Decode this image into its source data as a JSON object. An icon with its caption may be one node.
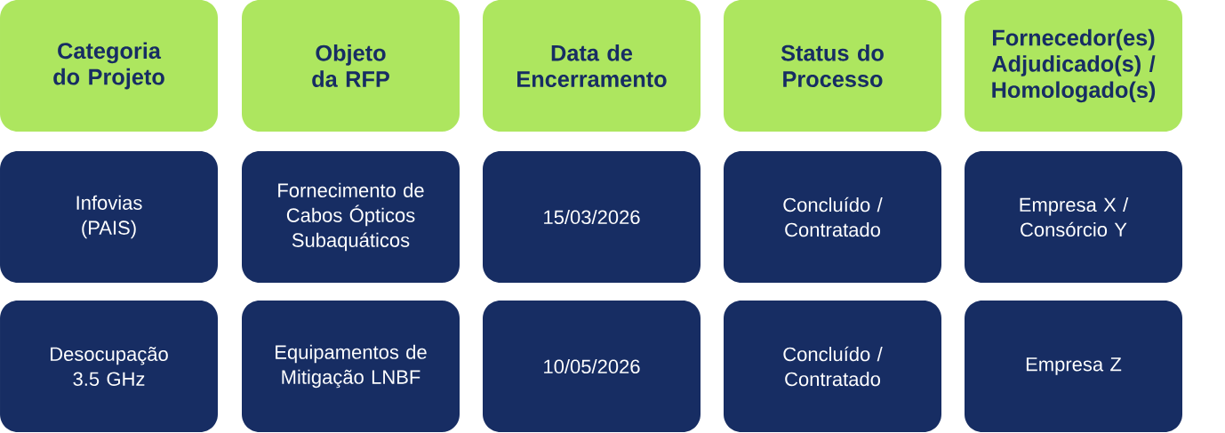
{
  "diagram": {
    "nodes": [
      {
        "text": [
          "Categoria do Projeto"
        ]
      },
      {
        "text": [
          "Objeto da RFP"
        ]
      },
      {
        "text": [
          "Data de Encerramento"
        ]
      },
      {
        "text": [
          "Status do Processo"
        ]
      },
      {
        "text": [
          "Fornecedor(es) Adjudicado(s) / Homologado(s)"
        ]
      },
      {
        "text": [
          "Infovias (PAIS)"
        ]
      },
      {
        "text": [
          "Fornecimento de Cabos Ópticos Subaquáticos"
        ]
      },
      {
        "text": [
          "15/03/2026"
        ]
      },
      {
        "text": [
          "Concluído / Contratado"
        ]
      },
      {
        "text": [
          "Empresa X / Consórcio Y"
        ]
      },
      {
        "text": [
          "Desocupação 3.5 GHz"
        ]
      },
      {
        "text": [
          "Equipamentos de Mitigação LNBF"
        ]
      },
      {
        "text": [
          "10/05/2026"
        ]
      },
      {
        "text": [
          "Concluído / Contratado"
        ]
      },
      {
        "text": [
          "Empresa Z"
        ]
      }
    ]
  }
}
